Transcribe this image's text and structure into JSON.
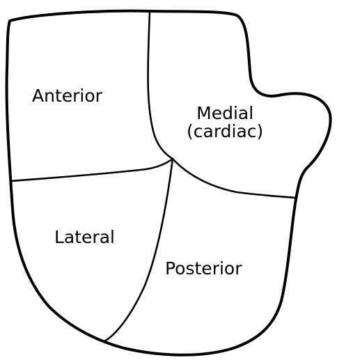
{
  "regions": {
    "anterior": "Anterior",
    "medial_line1": "Medial",
    "medial_line2": "(cardiac)",
    "lateral": "Lateral",
    "posterior": "Posterior"
  }
}
